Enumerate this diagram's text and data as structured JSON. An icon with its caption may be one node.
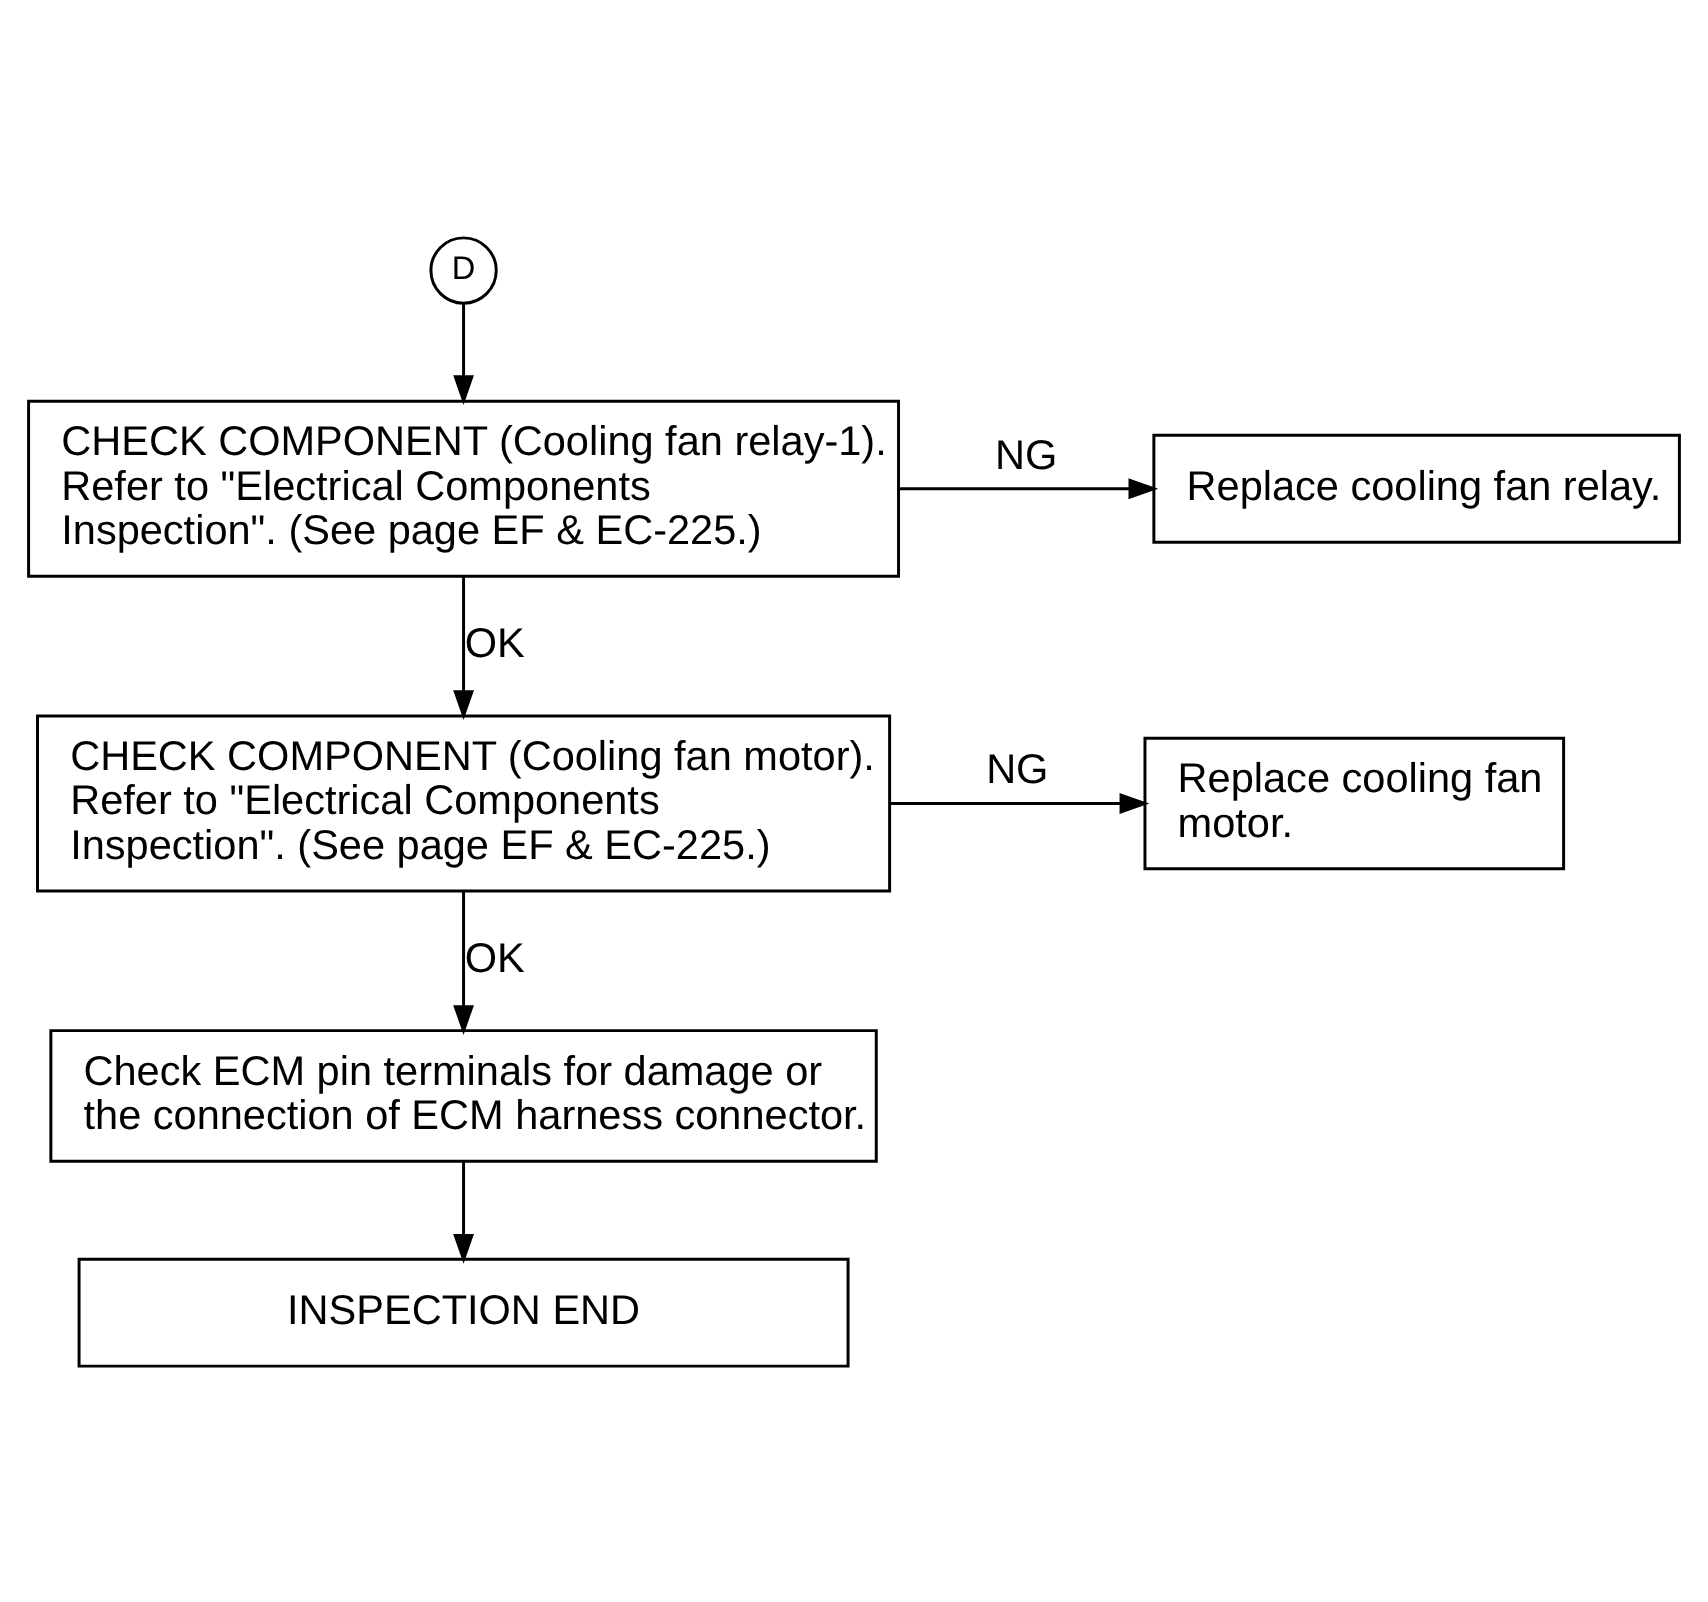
{
  "diagram": {
    "nodes": [
      {
        "text": [
          "D"
        ]
      },
      {
        "text": [
          "CHECK COMPONENT (Cooling fan relay-1). Refer to \"Electrical Components Inspection\". (See page EF & EC-225.)"
        ]
      },
      {
        "text": [
          "Replace cooling fan relay."
        ]
      },
      {
        "text": [
          "CHECK COMPONENT (Cooling fan motor). Refer to \"Electrical Components Inspection\". (See page EF & EC-225.)"
        ]
      },
      {
        "text": [
          "Replace cooling fan motor."
        ]
      },
      {
        "text": [
          "Check ECM pin terminals for damage or the connection of ECM harness connector."
        ]
      },
      {
        "text": [
          "INSPECTION END"
        ]
      }
    ],
    "edges": [
      {
        "from": 0,
        "to": 1,
        "arrow": "to"
      },
      {
        "from": 1,
        "to": 2,
        "arrow": "to",
        "label": "NG"
      },
      {
        "from": 1,
        "to": 3,
        "arrow": "to",
        "label": "OK"
      },
      {
        "from": 3,
        "to": 4,
        "arrow": "to",
        "label": "NG"
      },
      {
        "from": 3,
        "to": 5,
        "arrow": "to",
        "label": "OK"
      },
      {
        "from": 5,
        "to": 6,
        "arrow": "to"
      }
    ]
  }
}
